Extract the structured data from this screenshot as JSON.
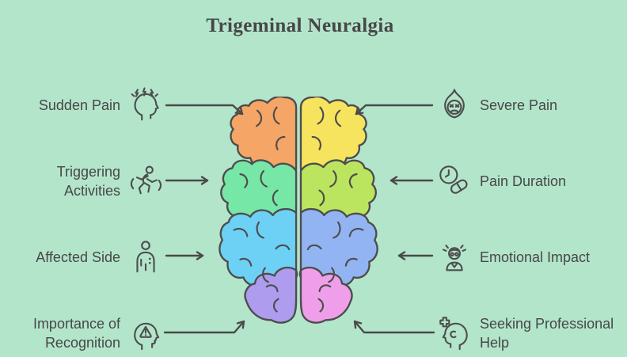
{
  "title": "Trigeminal Neuralgia",
  "left_items": [
    {
      "label": "Sudden Pain",
      "icon": "head-lightning-icon"
    },
    {
      "label": "Triggering Activities",
      "icon": "running-person-icon"
    },
    {
      "label": "Affected Side",
      "icon": "body-front-icon"
    },
    {
      "label": "Importance of Recognition",
      "icon": "head-alert-icon"
    }
  ],
  "right_items": [
    {
      "label": "Severe Pain",
      "icon": "burning-face-icon"
    },
    {
      "label": "Pain Duration",
      "icon": "clock-pill-icon"
    },
    {
      "label": "Emotional Impact",
      "icon": "stressed-person-icon"
    },
    {
      "label": "Seeking Professional Help",
      "icon": "head-medical-cross-icon"
    }
  ],
  "brain": {
    "left_lobes": [
      {
        "position": "top",
        "color": "#f5a566"
      },
      {
        "position": "upper",
        "color": "#77e7a7"
      },
      {
        "position": "middle",
        "color": "#6dd1f5"
      },
      {
        "position": "bottom",
        "color": "#ae9cee"
      }
    ],
    "right_lobes": [
      {
        "position": "top",
        "color": "#f6e45e"
      },
      {
        "position": "upper",
        "color": "#bbe55e"
      },
      {
        "position": "middle",
        "color": "#93b4f2"
      },
      {
        "position": "bottom",
        "color": "#ef9fe9"
      }
    ]
  },
  "colors": {
    "background": "#b3e5cb",
    "text": "#474747",
    "arrow": "#4a4a4a",
    "outline": "#4d4d4d"
  }
}
